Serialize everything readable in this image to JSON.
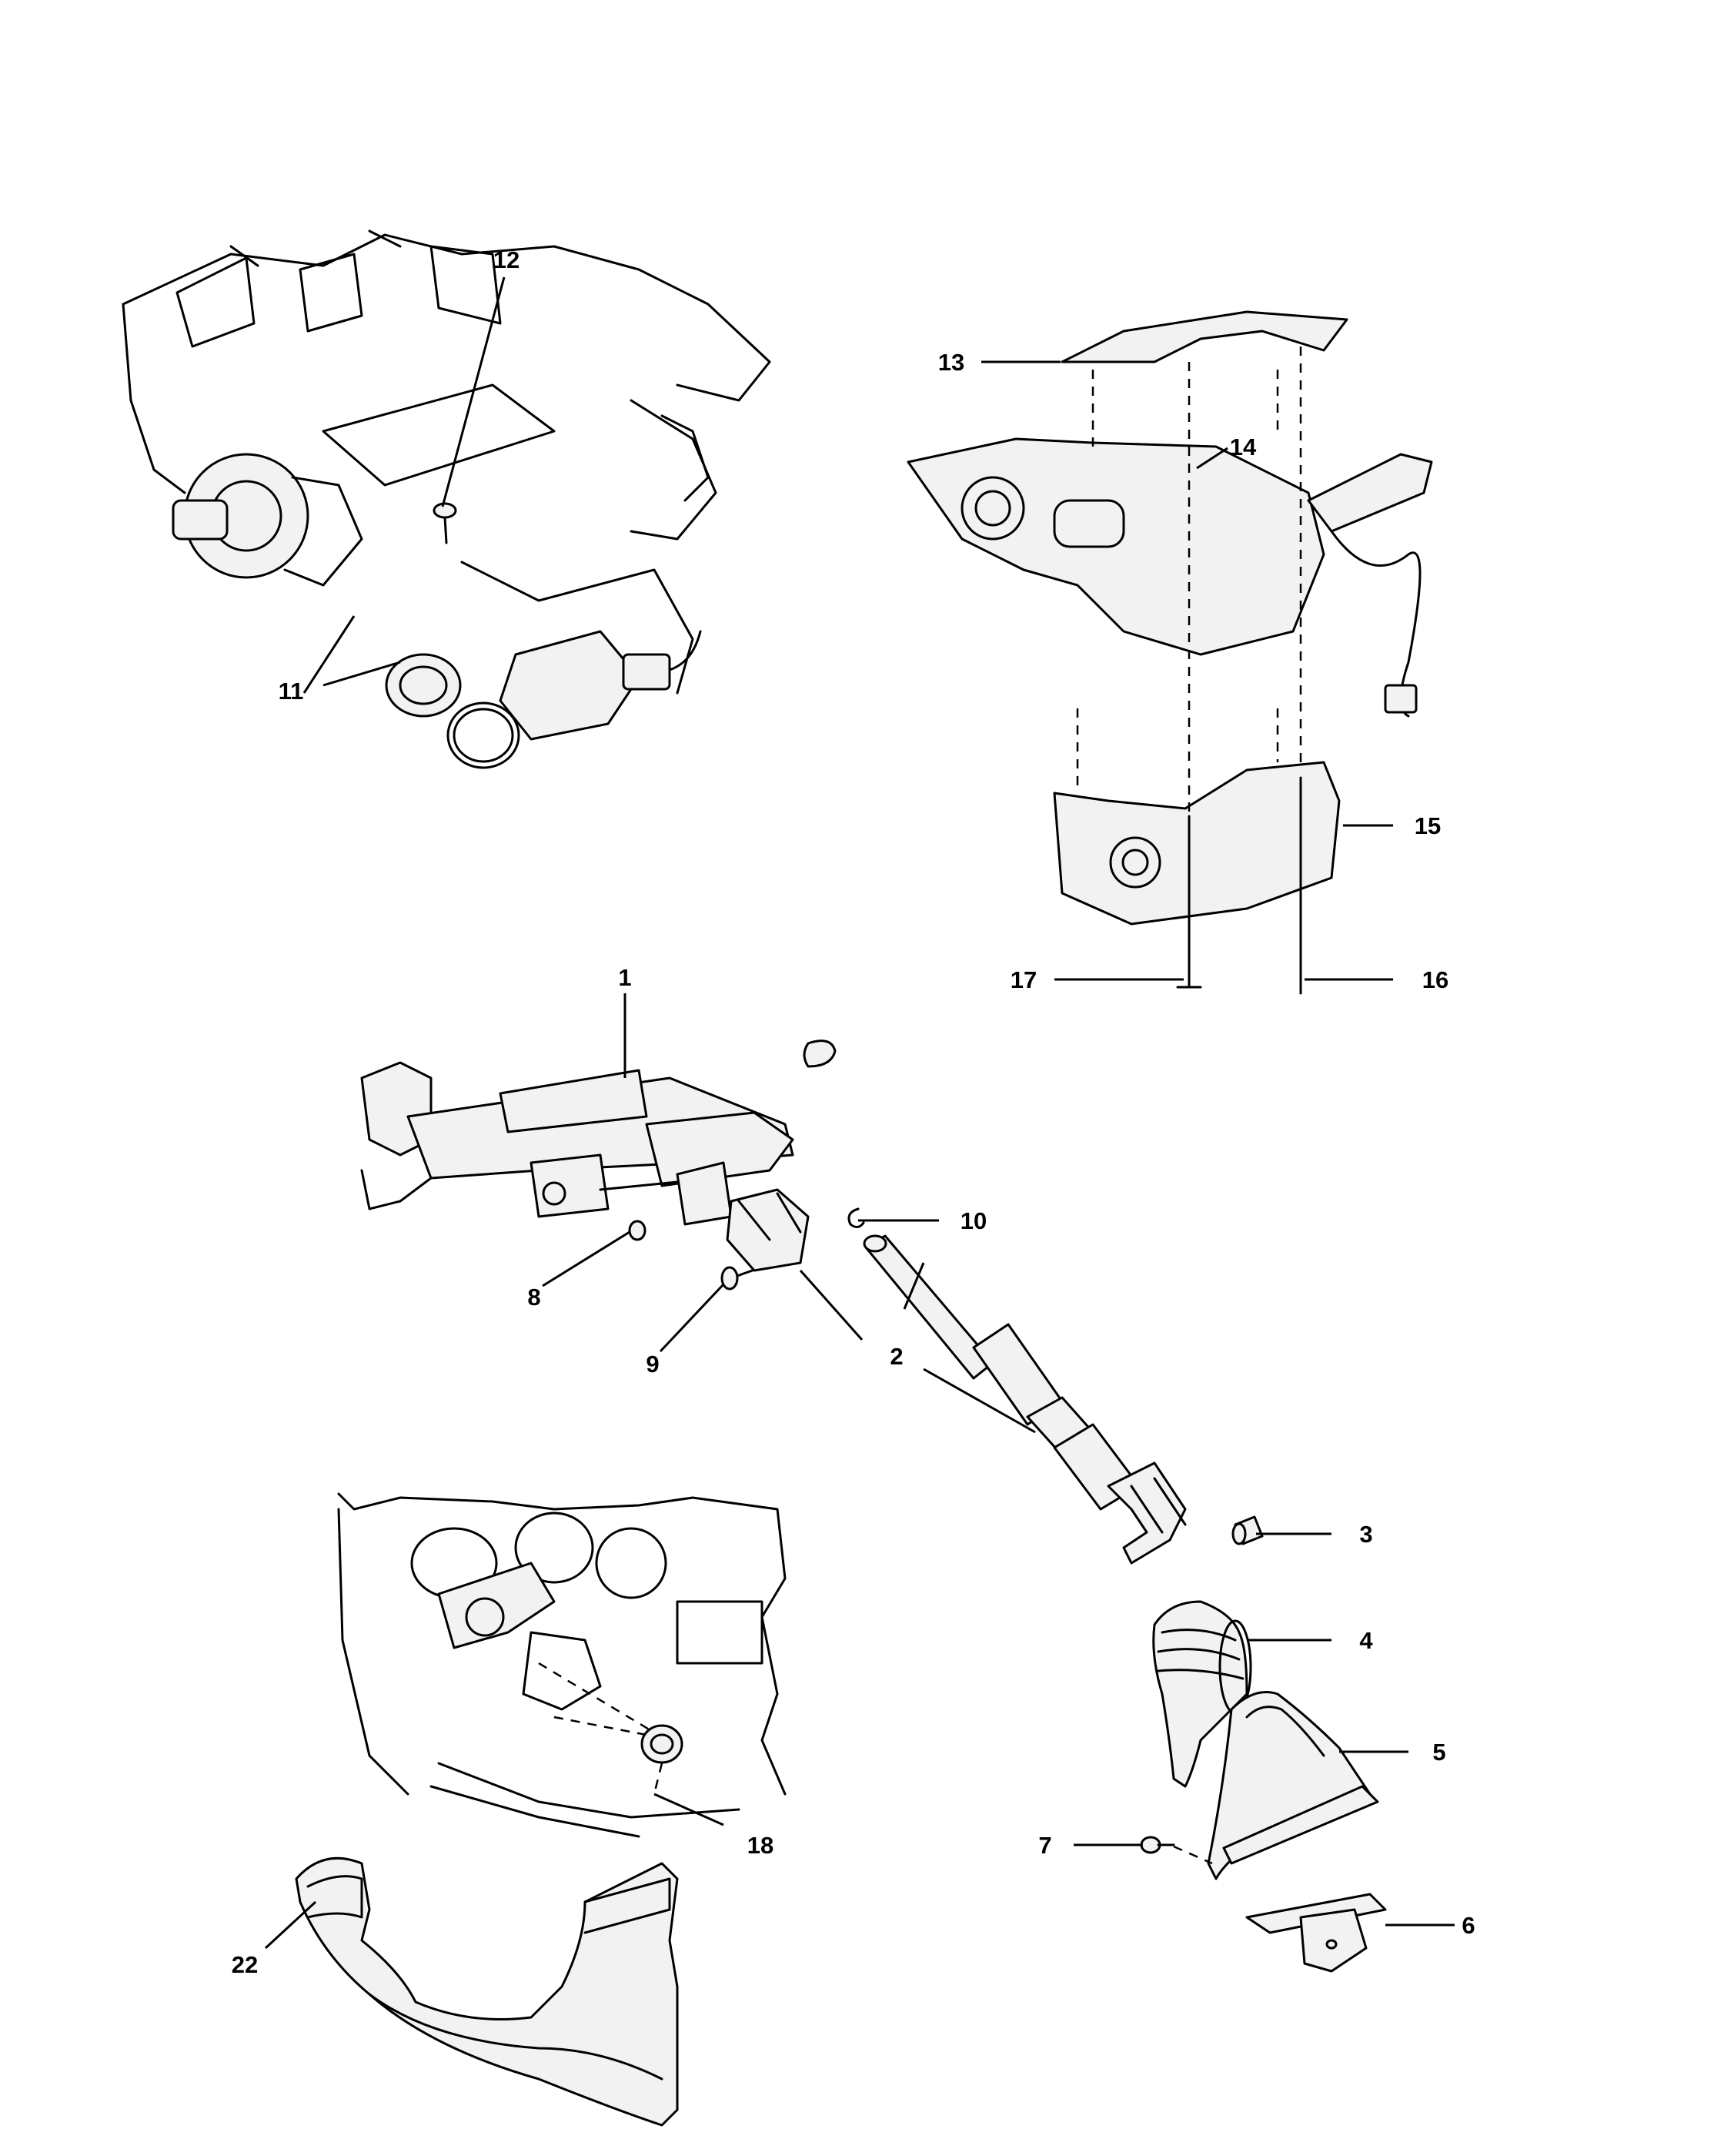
{
  "callouts": {
    "c1": "1",
    "c2": "2",
    "c3": "3",
    "c4": "4",
    "c5": "5",
    "c6": "6",
    "c7": "7",
    "c8": "8",
    "c9": "9",
    "c10": "10",
    "c11": "11",
    "c12": "12",
    "c13": "13",
    "c14": "14",
    "c15": "15",
    "c16": "16",
    "c17": "17",
    "c18": "18",
    "c22": "22"
  }
}
